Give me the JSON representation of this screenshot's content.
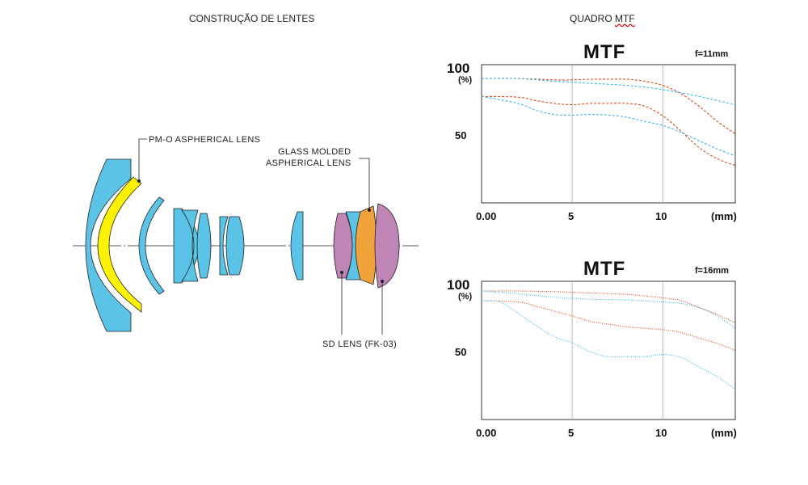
{
  "left_title": "CONSTRUÇÃO DE LENTES",
  "right_title": {
    "pre": "QUADRO ",
    "underlined": "MTF"
  },
  "labels": {
    "pmo": "PM-O ASPHERICAL LENS",
    "glass_line1": "GLASS MOLDED",
    "glass_line2": "ASPHERICAL LENS",
    "sd": "SD LENS (FK-03)"
  },
  "colors": {
    "blue": "#5bc4e6",
    "yellow": "#fff200",
    "orange": "#f0a33a",
    "purple": "#bf85b4",
    "red_curve": "#e04a1c",
    "blue_curve": "#3cb8e8"
  },
  "chart_data": [
    {
      "type": "line",
      "title": "MTF",
      "focal": "f=11mm",
      "y_top_label": "100",
      "y_unit": "(%)",
      "y_mid_label": "50",
      "x_tick_labels": [
        "0.00",
        "5",
        "10",
        "(mm)"
      ],
      "xlim": [
        0,
        14
      ],
      "ylim": [
        0,
        100
      ],
      "grid_x": [
        5,
        10
      ],
      "series": [
        {
          "color": "red",
          "style": "dashed",
          "x": [
            0,
            2,
            4,
            5,
            6,
            7,
            8,
            9,
            10,
            11,
            12,
            13,
            14
          ],
          "y": [
            90,
            90,
            89,
            89,
            89.5,
            89.5,
            89.5,
            88,
            85,
            79,
            70,
            59,
            50
          ]
        },
        {
          "color": "blue",
          "style": "dashed",
          "x": [
            0,
            2,
            4,
            6,
            8,
            10,
            12,
            14
          ],
          "y": [
            90,
            90,
            88,
            86.5,
            85,
            82,
            77,
            71
          ]
        },
        {
          "color": "red",
          "style": "dashed",
          "x": [
            0,
            2,
            3,
            4,
            5,
            6,
            7,
            8,
            9,
            10,
            11,
            12,
            13,
            14
          ],
          "y": [
            77,
            76.5,
            74,
            72,
            71,
            72,
            72,
            72,
            70,
            63,
            52,
            40,
            32,
            27
          ]
        },
        {
          "color": "blue",
          "style": "dashed",
          "x": [
            0,
            2,
            3,
            4,
            5,
            6,
            7,
            8,
            9,
            10,
            11,
            12,
            13,
            14
          ],
          "y": [
            77,
            72,
            67,
            64,
            63.5,
            64,
            63.5,
            62,
            59,
            56,
            51,
            45,
            39,
            34
          ]
        }
      ]
    },
    {
      "type": "line",
      "title": "MTF",
      "focal": "f=16mm",
      "y_top_label": "100",
      "y_unit": "(%)",
      "y_mid_label": "50",
      "x_tick_labels": [
        "0.00",
        "5",
        "10",
        "(mm)"
      ],
      "xlim": [
        0,
        14
      ],
      "ylim": [
        0,
        100
      ],
      "grid_x": [
        5,
        10
      ],
      "series": [
        {
          "color": "red",
          "style": "dotted",
          "x": [
            0,
            2,
            4,
            6,
            8,
            10,
            11,
            12,
            13,
            14
          ],
          "y": [
            93,
            93,
            92.5,
            91.5,
            90.5,
            88,
            86,
            81,
            76,
            70
          ]
        },
        {
          "color": "blue",
          "style": "dotted",
          "x": [
            0,
            2,
            4,
            6,
            8,
            10,
            11,
            12,
            13,
            14
          ],
          "y": [
            93,
            91,
            88.5,
            87,
            86.5,
            85,
            84,
            81,
            75,
            66
          ]
        },
        {
          "color": "red",
          "style": "dotted",
          "x": [
            0,
            2,
            3,
            4,
            5,
            6,
            7,
            8,
            9,
            10,
            11,
            12,
            13,
            14
          ],
          "y": [
            86,
            85,
            82,
            78.5,
            75,
            71,
            69,
            67,
            66,
            65,
            63,
            59,
            55,
            50
          ]
        },
        {
          "color": "blue",
          "style": "dotted",
          "x": [
            0,
            1,
            2,
            3,
            4,
            5,
            6,
            7,
            8,
            9,
            10,
            11,
            12,
            13,
            14
          ],
          "y": [
            86,
            85,
            77,
            68,
            60,
            55.5,
            49,
            45.5,
            45.5,
            45.5,
            47,
            45,
            38,
            31,
            22
          ]
        }
      ]
    }
  ]
}
